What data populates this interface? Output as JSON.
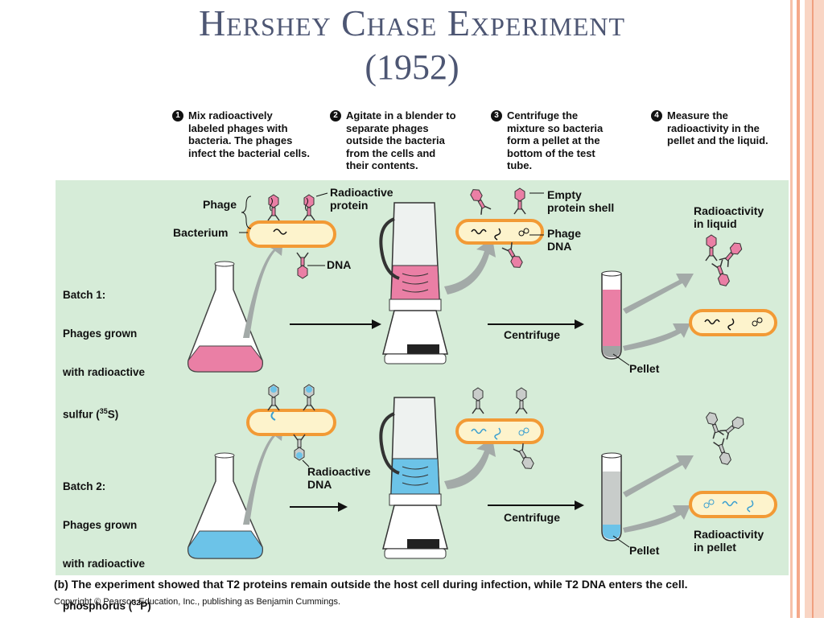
{
  "slide": {
    "title_line1": "Hershey Chase Experiment",
    "title_line2": "(1952)"
  },
  "steps": [
    {
      "number": "1",
      "text": "Mix radioactively\nlabeled phages with\nbacteria. The phages\ninfect the bacterial cells."
    },
    {
      "number": "2",
      "text": "Agitate in a blender to\nseparate phages\noutside the bacteria\nfrom the cells and\ntheir contents."
    },
    {
      "number": "3",
      "text": "Centrifuge the\nmixture so bacteria\nform a pellet at the\nbottom of the test\ntube."
    },
    {
      "number": "4",
      "text": "Measure the\nradioactivity in the\npellet and the liquid."
    }
  ],
  "labels": {
    "phage": "Phage",
    "bacterium": "Bacterium",
    "radioactive_protein": "Radioactive\nprotein",
    "dna": "DNA",
    "empty_protein_shell": "Empty\nprotein shell",
    "phage_dna": "Phage\nDNA",
    "radioactivity_in_liquid": "Radioactivity\nin liquid",
    "centrifuge_1": "Centrifuge",
    "pellet_1": "Pellet",
    "radioactive_dna": "Radioactive\nDNA",
    "centrifuge_2": "Centrifuge",
    "pellet_2": "Pellet",
    "radioactivity_in_pellet": "Radioactivity\nin pellet"
  },
  "batches": [
    {
      "title": "Batch 1:",
      "line1": "Phages grown",
      "line2": "with radioactive",
      "line3_pre": "sulfur (",
      "isotope_mass": "35",
      "isotope_symbol": "S)"
    },
    {
      "title": "Batch 2:",
      "line1": "Phages grown",
      "line2": "with radioactive",
      "line3_pre": "phosphorus (",
      "isotope_mass": "32",
      "isotope_symbol": "P)"
    }
  ],
  "caption": "(b) The experiment showed that T2 proteins remain outside the host cell during infection, while T2 DNA enters the cell.",
  "copyright": "Copyright © Pearson Education, Inc., publishing as Benjamin Cummings.",
  "colors": {
    "title": "#4d5673",
    "panel_bg": "#d6ecd8",
    "sulfur_pink": "#ea7fa5",
    "phosphorus_blue": "#6cc3e8",
    "bacterium_orange": "#f29a35",
    "bacterium_fill": "#fdf3cc",
    "gray_arrow": "#9da5a3",
    "edge_orange": "#f7b096"
  }
}
